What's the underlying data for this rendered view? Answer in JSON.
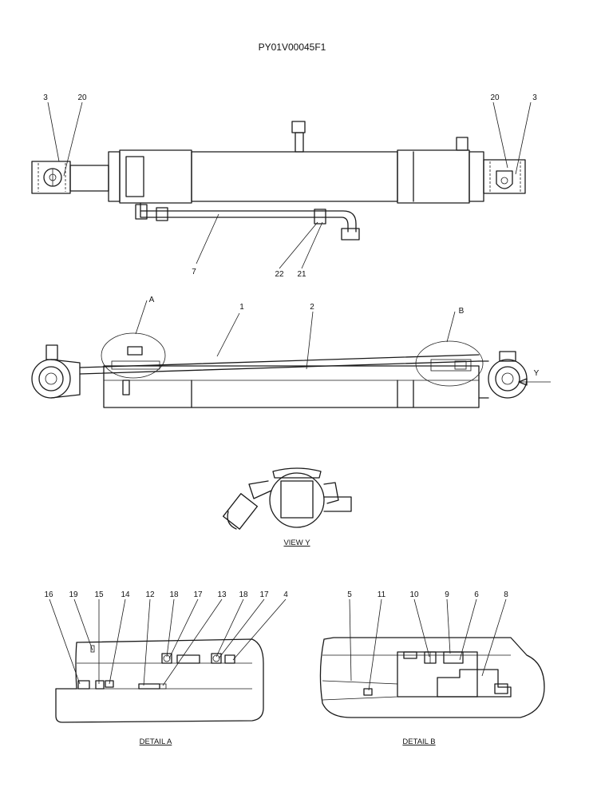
{
  "drawing_number": "PY01V00045F1",
  "view_y_caption": "VIEW Y",
  "detail_a_caption": "DETAIL A",
  "detail_b_caption": "DETAIL B",
  "detail_markers": [
    "A",
    "B",
    "Y"
  ],
  "callouts_top": [
    "3",
    "20",
    "20",
    "3",
    "7",
    "22",
    "21"
  ],
  "callouts_section": [
    "1",
    "2"
  ],
  "callouts_detail_a": [
    "16",
    "19",
    "15",
    "14",
    "12",
    "18",
    "17",
    "13",
    "18",
    "17",
    "4"
  ],
  "callouts_detail_b": [
    "5",
    "11",
    "10",
    "9",
    "6",
    "8"
  ]
}
